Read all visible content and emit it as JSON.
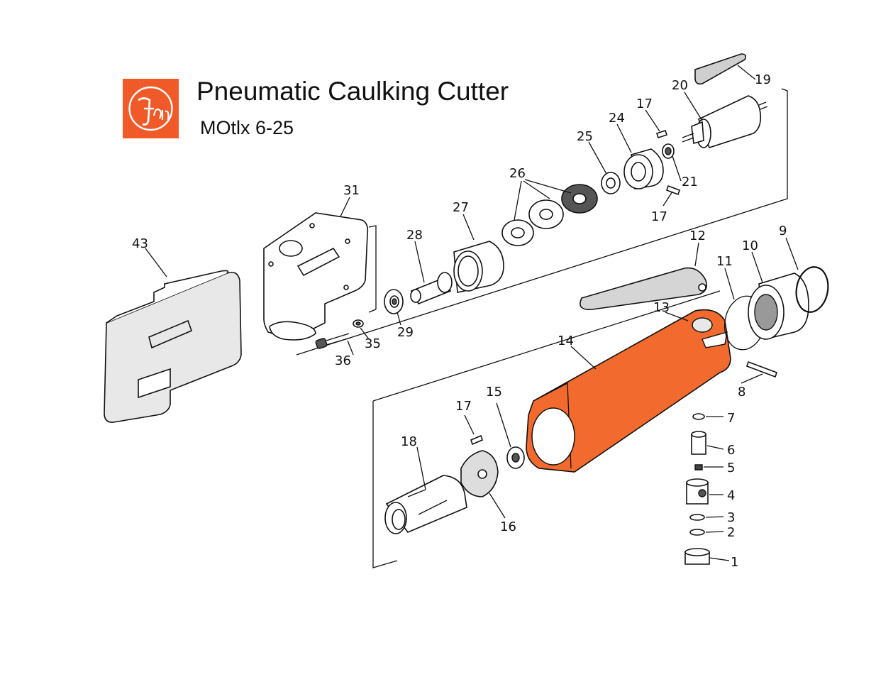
{
  "header": {
    "title": "Pneumatic Caulking Cutter",
    "model": "MOtlx 6-25",
    "logo_text": "fein"
  },
  "colors": {
    "brand_orange": "#f05a28",
    "housing_orange": "#f26a2e",
    "line": "#111111"
  },
  "parts": [
    {
      "id": "1",
      "label": "1"
    },
    {
      "id": "2",
      "label": "2"
    },
    {
      "id": "3",
      "label": "3"
    },
    {
      "id": "4",
      "label": "4"
    },
    {
      "id": "5",
      "label": "5"
    },
    {
      "id": "6",
      "label": "6"
    },
    {
      "id": "7",
      "label": "7"
    },
    {
      "id": "8",
      "label": "8"
    },
    {
      "id": "9",
      "label": "9"
    },
    {
      "id": "10",
      "label": "10"
    },
    {
      "id": "11",
      "label": "11"
    },
    {
      "id": "12",
      "label": "12"
    },
    {
      "id": "13",
      "label": "13"
    },
    {
      "id": "14",
      "label": "14"
    },
    {
      "id": "15",
      "label": "15"
    },
    {
      "id": "16",
      "label": "16"
    },
    {
      "id": "17a",
      "label": "17"
    },
    {
      "id": "17b",
      "label": "17"
    },
    {
      "id": "17c",
      "label": "17"
    },
    {
      "id": "18",
      "label": "18"
    },
    {
      "id": "19",
      "label": "19"
    },
    {
      "id": "20",
      "label": "20"
    },
    {
      "id": "21",
      "label": "21"
    },
    {
      "id": "24",
      "label": "24"
    },
    {
      "id": "25",
      "label": "25"
    },
    {
      "id": "26",
      "label": "26"
    },
    {
      "id": "27",
      "label": "27"
    },
    {
      "id": "28",
      "label": "28"
    },
    {
      "id": "29",
      "label": "29"
    },
    {
      "id": "31",
      "label": "31"
    },
    {
      "id": "35",
      "label": "35"
    },
    {
      "id": "36",
      "label": "36"
    },
    {
      "id": "43",
      "label": "43"
    }
  ]
}
